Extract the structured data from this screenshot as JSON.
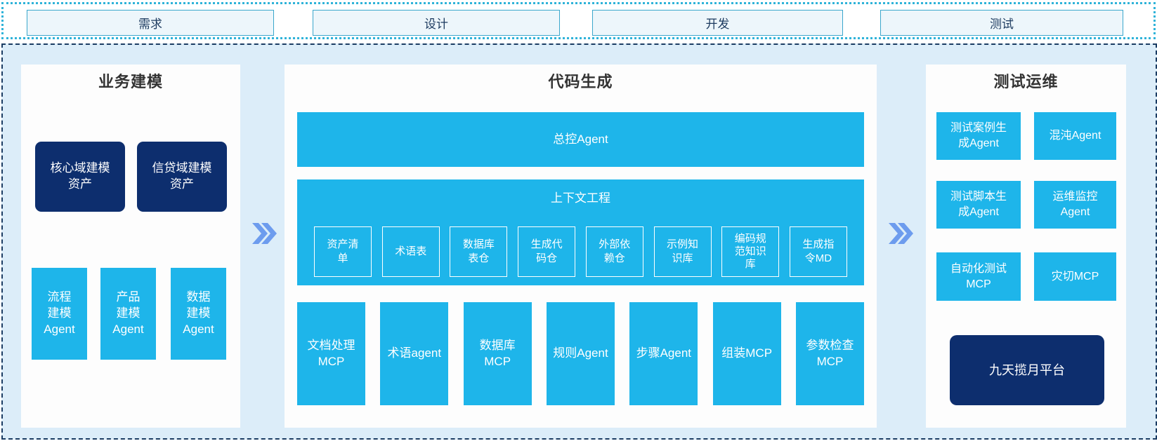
{
  "phases": {
    "items": [
      "需求",
      "设计",
      "开发",
      "测试"
    ]
  },
  "panels": {
    "business": {
      "title": "业务建模",
      "assets": [
        "核心域建模\n资产",
        "信贷域建模\n资产"
      ],
      "agents": [
        "流程\n建模\nAgent",
        "产品\n建模\nAgent",
        "数据\n建模\nAgent"
      ]
    },
    "codegen": {
      "title": "代码生成",
      "master_agent": "总控Agent",
      "context": {
        "title": "上下文工程",
        "items": [
          "资产清\n单",
          "术语表",
          "数据库\n表仓",
          "生成代\n码仓",
          "外部依\n赖仓",
          "示例知\n识库",
          "编码规\n范知识\n库",
          "生成指\n令MD"
        ]
      },
      "tools": [
        "文档处理\nMCP",
        "术语agent",
        "数据库\nMCP",
        "规则Agent",
        "步骤Agent",
        "组装MCP",
        "参数检查\nMCP"
      ]
    },
    "testops": {
      "title": "测试运维",
      "boxes": [
        "测试案例生\n成Agent",
        "混沌Agent",
        "测试脚本生\n成Agent",
        "运维监控\nAgent",
        "自动化测试\nMCP",
        "灾切MCP"
      ],
      "platform": "九天揽月平台"
    }
  },
  "icons": {
    "flow_arrow": "»"
  },
  "colors": {
    "cyan": "#1EB5EA",
    "navy": "#0D2E6E",
    "arrow_blue": "#6D9CEE",
    "strip_dotted_border": "#2FB3D9",
    "phase_box_border": "#3BA7CC",
    "phase_box_bg": "#EDF6FB",
    "phase_text": "#1C3A5F",
    "container_dashed_border": "#1B3C63",
    "container_bg": "#DCEDF9",
    "panel_bg": "#FDFDFD",
    "header_text": "#333333"
  }
}
